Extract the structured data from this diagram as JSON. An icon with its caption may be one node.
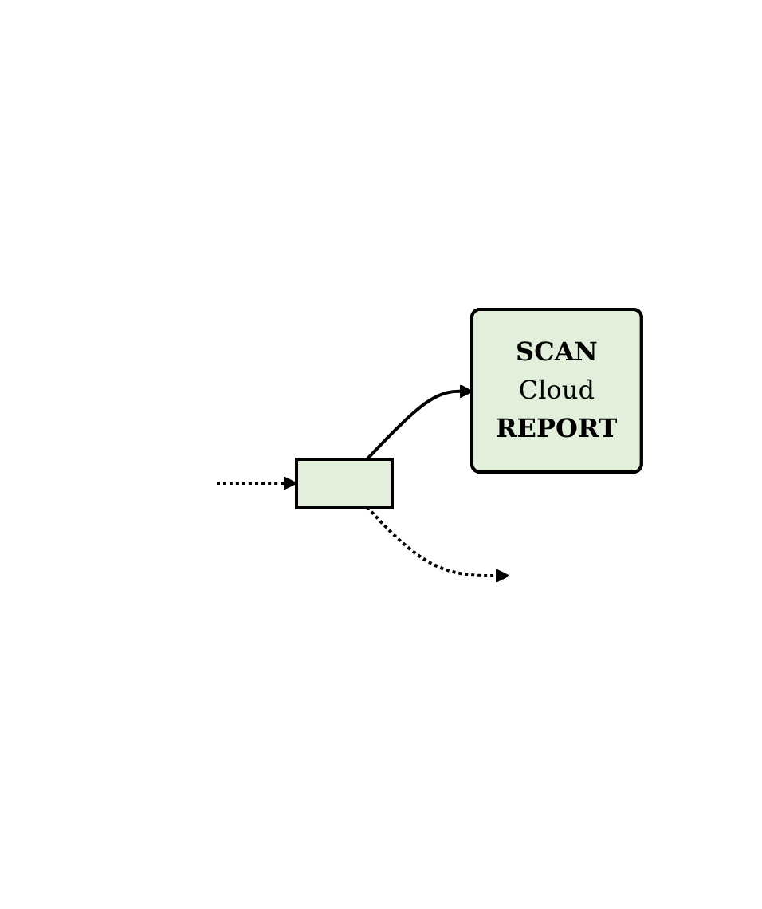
{
  "diagram": {
    "nodes": [
      {
        "text": [],
        "shape": "box"
      },
      {
        "text": [
          "SCAN",
          "Cloud",
          "REPORT"
        ]
      }
    ],
    "edges": [
      {
        "from": 0,
        "to": 1,
        "arrow": "to"
      },
      {
        "from": 0,
        "to": null,
        "arrow": "to",
        "style": "dashed"
      },
      {
        "from": null,
        "to": 0,
        "arrow": "to",
        "style": "dashed"
      }
    ]
  }
}
